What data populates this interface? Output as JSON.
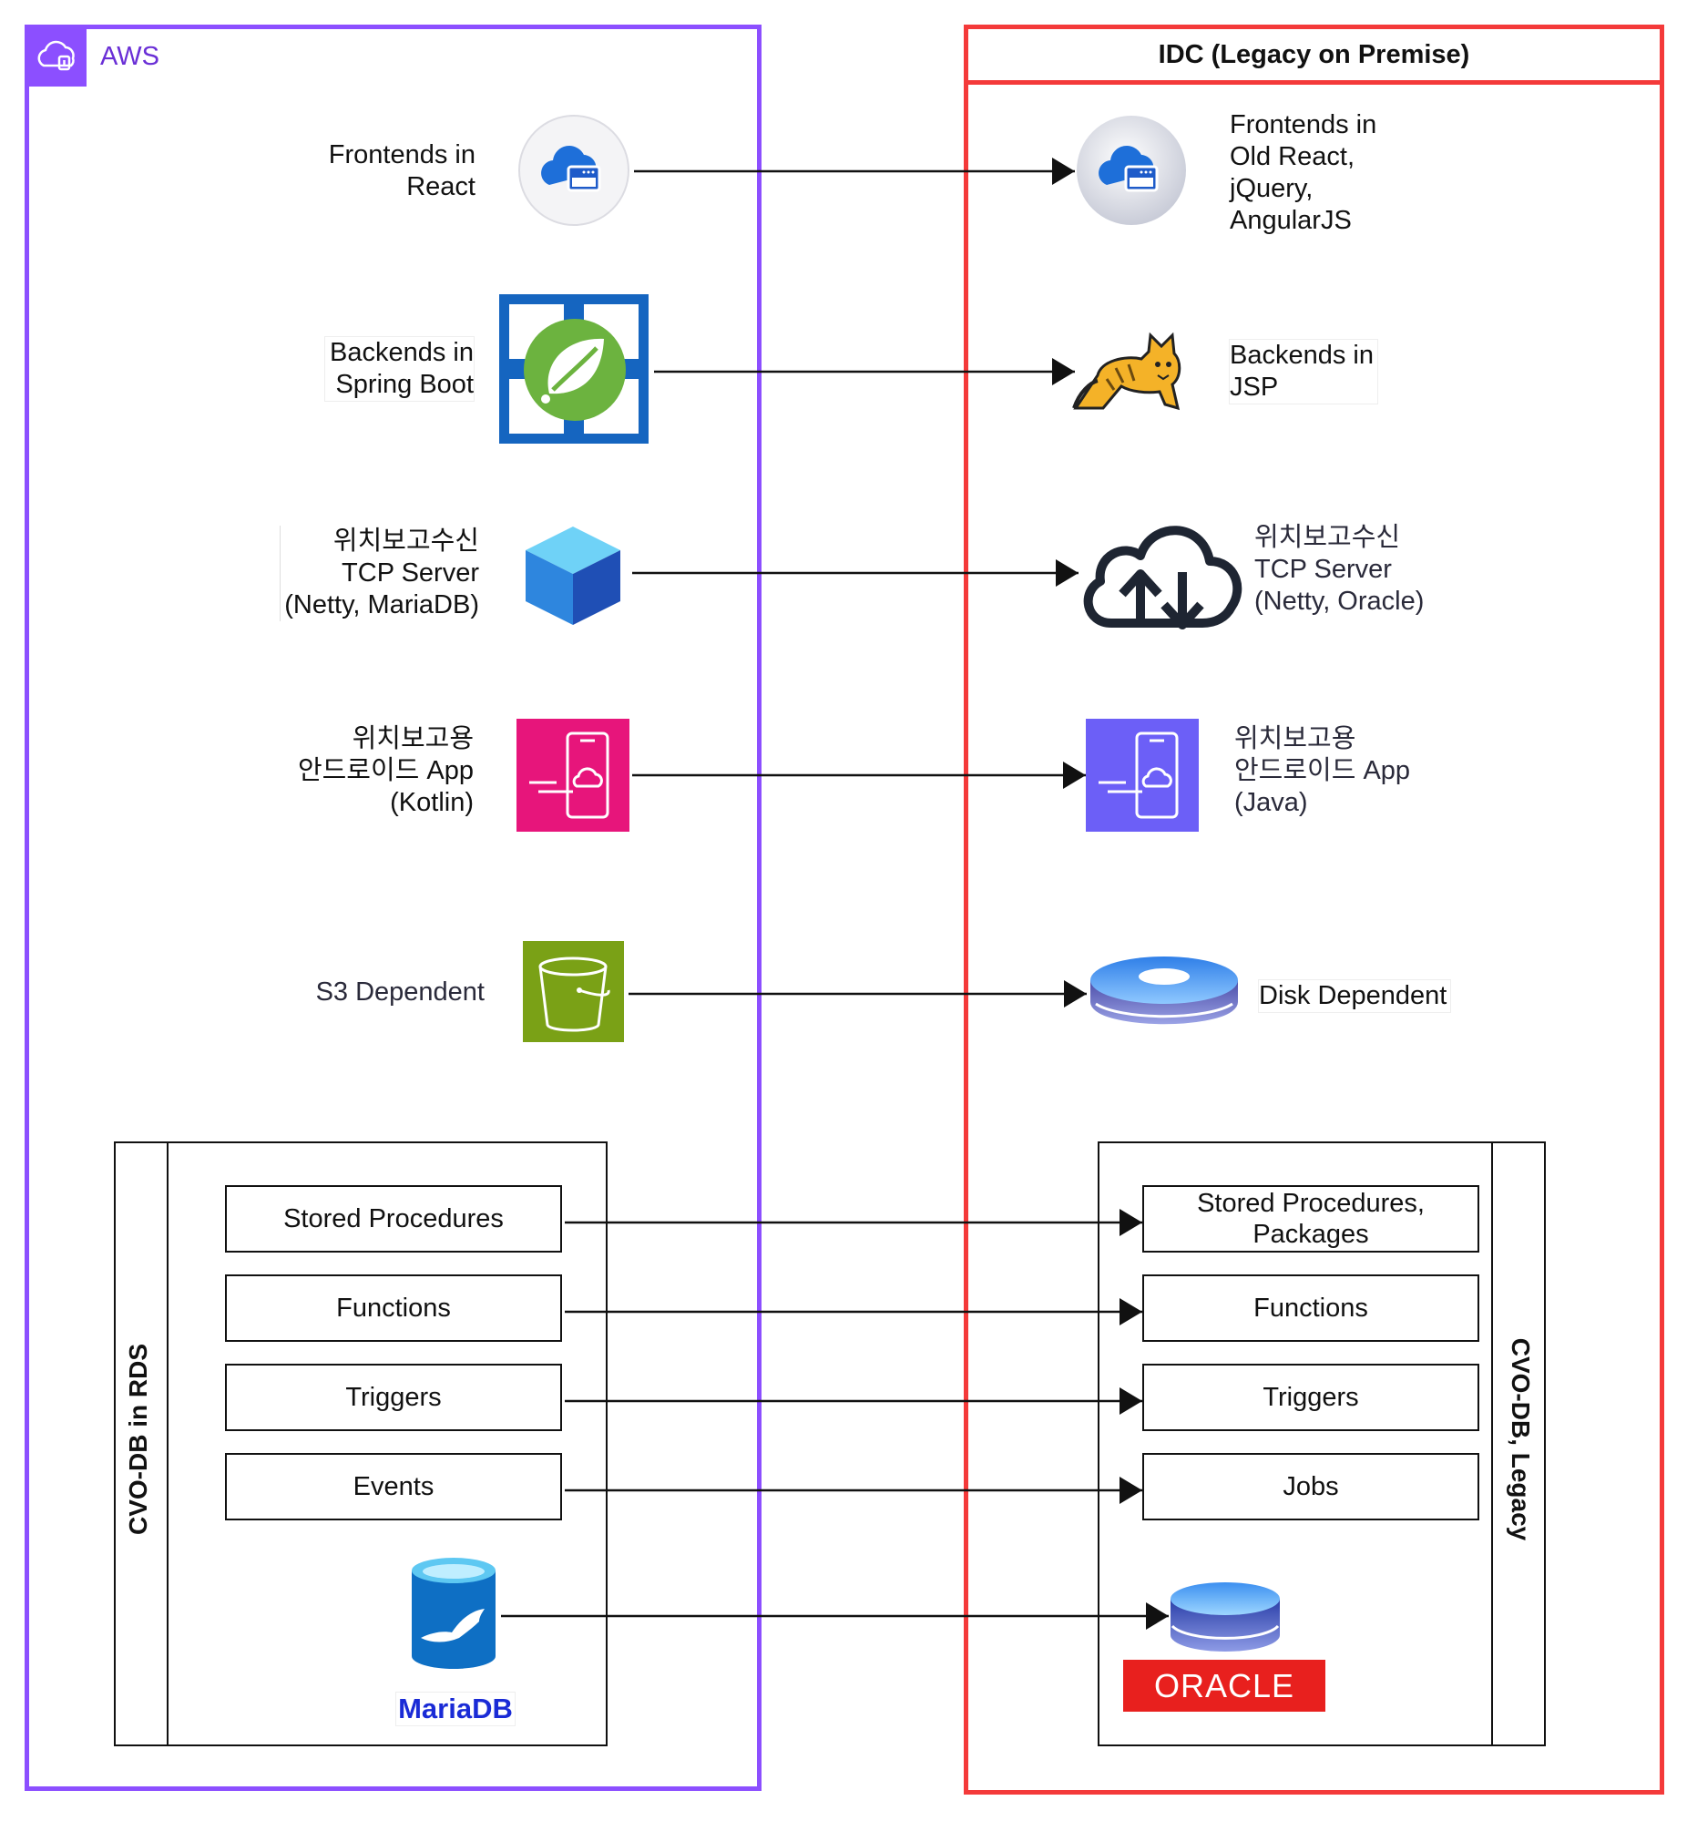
{
  "aws": {
    "title": "AWS",
    "frontend_label": "Frontends in\nReact",
    "backend_label": "Backends in\nSpring Boot",
    "tcp_label": "위치보고수신\nTCP Server\n(Netty, MariaDB)",
    "android_label": "위치보고용\n안드로이드 App\n(Kotlin)",
    "storage_label": "S3 Dependent",
    "db": {
      "title": "CVO-DB in RDS",
      "items": [
        "Stored Procedures",
        "Functions",
        "Triggers",
        "Events"
      ],
      "engine_label": "MariaDB"
    }
  },
  "idc": {
    "title": "IDC (Legacy on Premise)",
    "frontend_label": "Frontends in\nOld React,\njQuery,\nAngularJS",
    "backend_label": "Backends in\nJSP",
    "tcp_label": "위치보고수신\nTCP Server\n(Netty, Oracle)",
    "android_label": "위치보고용\n안드로이드 App\n(Java)",
    "storage_label": "Disk Dependent",
    "db": {
      "title": "CVO-DB, Legacy",
      "items": [
        "Stored Procedures,\nPackages",
        "Functions",
        "Triggers",
        "Jobs"
      ],
      "engine_label": "ORACLE"
    }
  },
  "colors": {
    "aws": "#8c4fff",
    "idc": "#f43a3a",
    "mariadb_text": "#1a2bd6",
    "oracle": "#e8201e"
  },
  "icons": [
    "cloud-web-app-icon",
    "spring-boot-icon",
    "tomcat-icon",
    "cube-icon",
    "cloud-sync-icon",
    "mobile-app-icon",
    "s3-bucket-icon",
    "disk-icon",
    "mariadb-icon",
    "oracle-db-icon"
  ]
}
